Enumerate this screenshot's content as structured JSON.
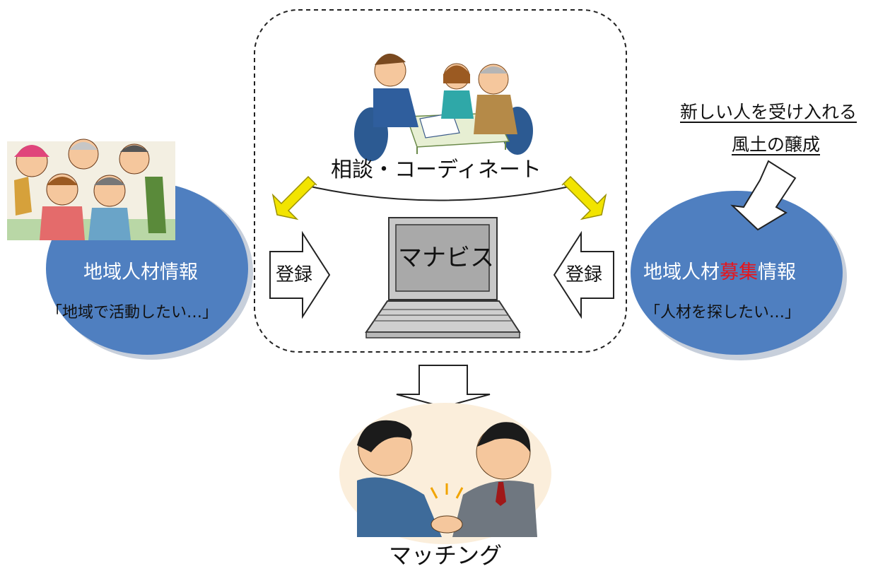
{
  "center": {
    "consultation_label": "相談・コーディネート",
    "system_label": "マナビス"
  },
  "left_node": {
    "title": "地域人材情報",
    "subtitle": "「地域で活動したい…」",
    "register_label": "登録"
  },
  "right_node": {
    "title_prefix": "地域人材",
    "title_accent": "募集",
    "title_suffix": "情報",
    "subtitle": "「人材を探したい…」",
    "register_label": "登録"
  },
  "culture": {
    "line1": "新しい人を受け入れる",
    "line2": "風土の醸成"
  },
  "result": {
    "label": "マッチング"
  },
  "colors": {
    "node_blue": "#4f7fc0",
    "node_shadow": "#c7cfdb",
    "yellow_arrow": "#f2e400",
    "accent_red": "#e8141b"
  }
}
